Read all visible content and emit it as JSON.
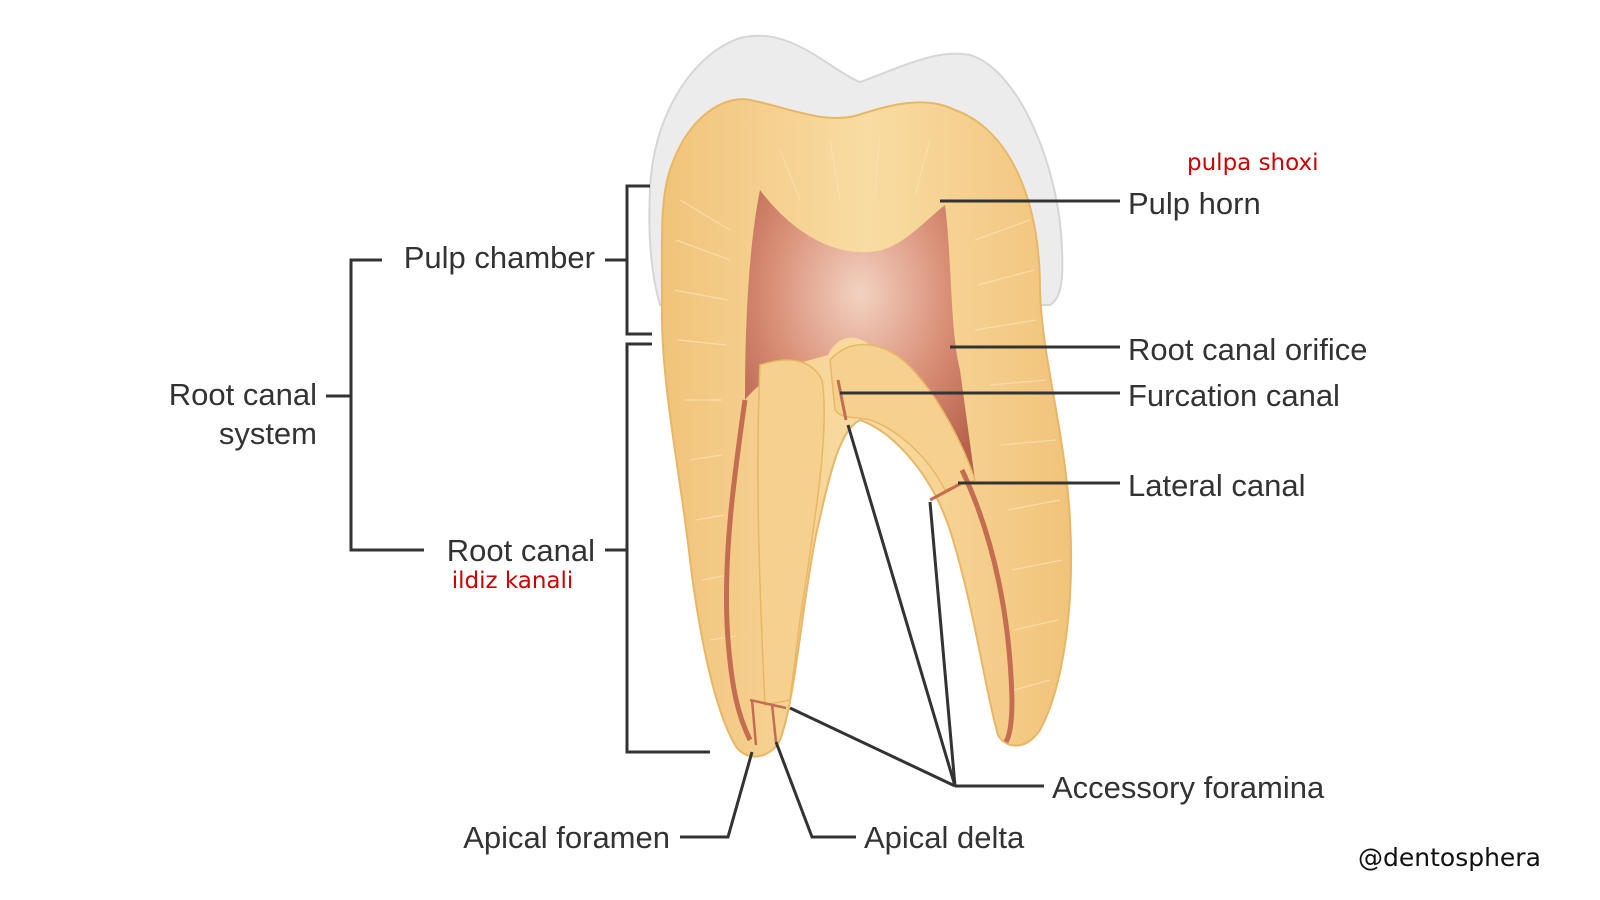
{
  "labels": {
    "pulp_chamber": "Pulp chamber",
    "root_canal_system_line1": "Root canal",
    "root_canal_system_line2": "system",
    "root_canal": "Root canal",
    "pulp_horn": "Pulp horn",
    "root_canal_orifice": "Root canal orifice",
    "furcation_canal": "Furcation canal",
    "lateral_canal": "Lateral canal",
    "accessory_foramina": "Accessory foramina",
    "apical_foramen": "Apical foramen",
    "apical_delta": "Apical delta"
  },
  "translations": {
    "pulp_horn": "pulpa shoxi",
    "root_canal": "ildiz kanali"
  },
  "credit": "@dentosphera",
  "colors": {
    "enamel": "#ececec",
    "dentin": "#f6d08e",
    "pulp": "#c77a63",
    "leader": "#333333",
    "translation": "#cc0000"
  }
}
